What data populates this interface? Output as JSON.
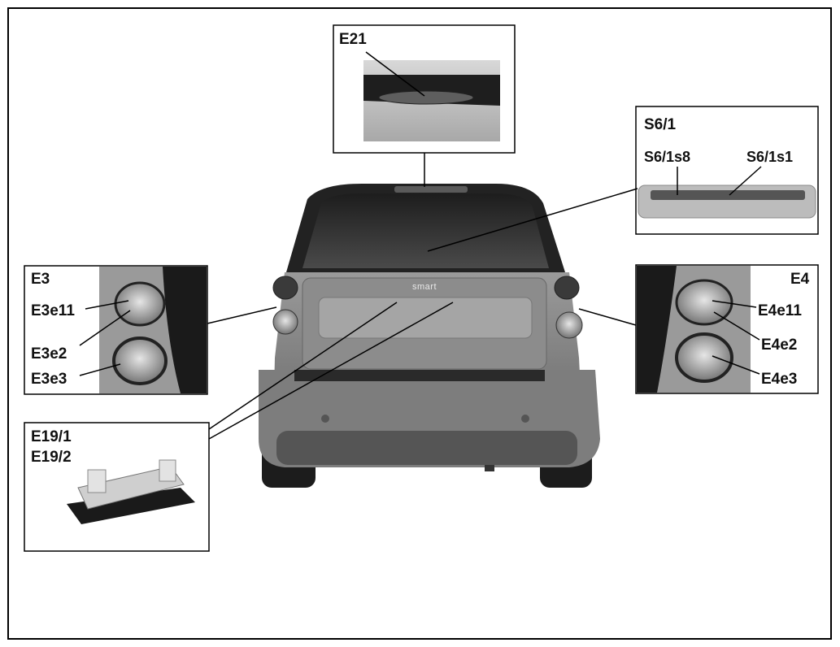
{
  "diagram": {
    "car": {
      "brand_badge": "smart"
    },
    "callouts": {
      "e21": {
        "title": "E21"
      },
      "s6_1": {
        "title": "S6/1",
        "sub_left": "S6/1s8",
        "sub_right": "S6/1s1"
      },
      "e3": {
        "title": "E3",
        "items": [
          "E3e11",
          "E3e2",
          "E3e3"
        ]
      },
      "e4": {
        "title": "E4",
        "items": [
          "E4e11",
          "E4e2",
          "E4e3"
        ]
      },
      "e19": {
        "title_1": "E19/1",
        "title_2": "E19/2"
      }
    }
  }
}
